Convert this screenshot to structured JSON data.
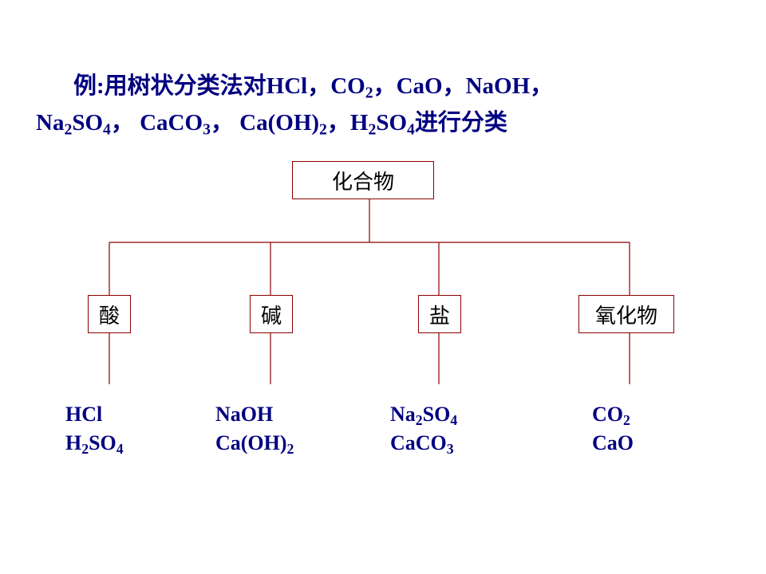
{
  "title": {
    "line1": [
      "例:用树状分类法对HCl，CO",
      "2",
      "，CaO，NaOH，"
    ],
    "line2": [
      "Na",
      "2",
      "SO",
      "4",
      "， CaCO",
      "3",
      "， Ca(OH)",
      "2",
      "，H",
      "2",
      "SO",
      "4",
      "进行分类"
    ]
  },
  "root": "化合物",
  "categories": [
    {
      "label": "酸",
      "items": [
        [
          "HCl"
        ],
        [
          "H",
          "2",
          "SO",
          "4"
        ]
      ]
    },
    {
      "label": "碱",
      "items": [
        [
          "NaOH"
        ],
        [
          "Ca(OH)",
          "2"
        ]
      ]
    },
    {
      "label": "盐",
      "items": [
        [
          "Na",
          "2",
          "SO",
          "4"
        ],
        [
          "CaCO",
          "3"
        ]
      ]
    },
    {
      "label": "氧化物",
      "items": [
        [
          "CO",
          "2"
        ],
        [
          "CaO"
        ]
      ]
    }
  ],
  "colors": {
    "text": "#000080",
    "box_border": "#8b0000",
    "line": "#8b0000"
  }
}
